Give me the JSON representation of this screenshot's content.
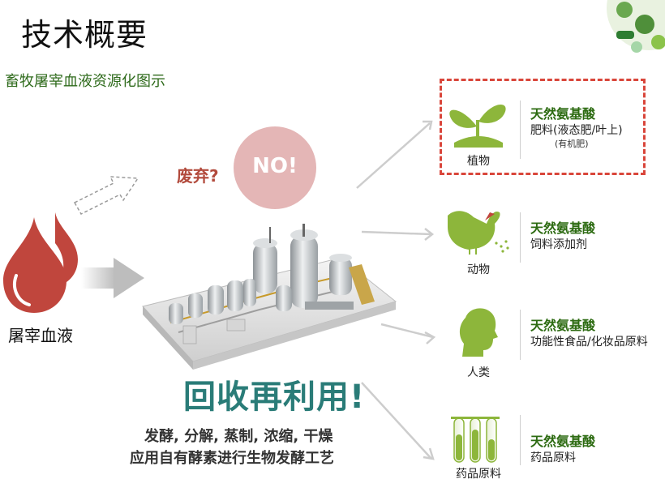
{
  "title": "技术概要",
  "subtitle": "畜牧屠宰血液资源化图示",
  "waste_question": "废弃?",
  "no_text": "NO!",
  "blood_label": "屠宰血液",
  "recycle_label": "回收再利用!",
  "process_line1": "发酵, 分解, 蒸制, 浓缩, 干燥",
  "process_line2": "应用自有酵素进行生物发酵工艺",
  "outputs": [
    {
      "category": "植物",
      "heading": "天然氨基酸",
      "desc": "肥料(液态肥/叶上)",
      "note": "(有机肥)",
      "icon": "sprout-icon"
    },
    {
      "category": "动物",
      "heading": "天然氨基酸",
      "desc": "饲料添加剂",
      "icon": "chicken-icon"
    },
    {
      "category": "人类",
      "heading": "天然氨基酸",
      "desc": "功能性食品/化妆品原料",
      "icon": "human-head-icon"
    },
    {
      "category": "药品原料",
      "heading": "天然氨基酸",
      "desc": "药品原料",
      "icon": "test-tubes-icon"
    }
  ],
  "colors": {
    "accent_green": "#8db63b",
    "dark_green": "#2d6b12",
    "blood_red": "#c0463d",
    "teal": "#2a7c78",
    "highlight_red": "#d9463b"
  }
}
